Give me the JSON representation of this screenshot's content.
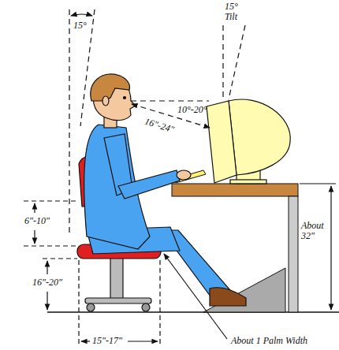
{
  "diagram": {
    "labels": [
      "15°",
      "15° Tilt",
      "10°-20°",
      "16\"-24\"",
      "6\"-10\"",
      "16\"-20\"",
      "15\"-17\"",
      "About 32\"",
      "About 1 Palm Width"
    ]
  }
}
